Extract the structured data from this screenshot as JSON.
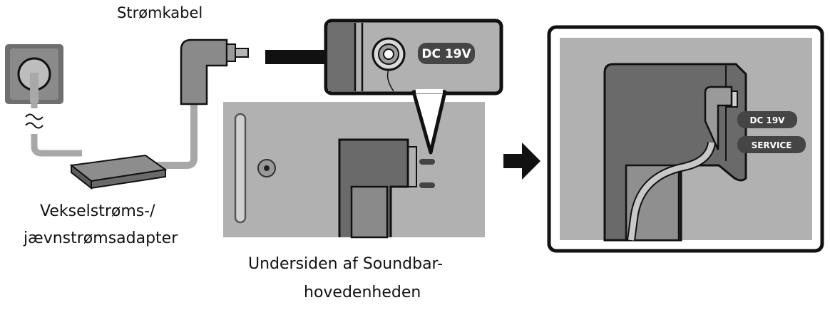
{
  "labels": {
    "power_cable": "Strømkabel",
    "adapter_line1": "Vekselstrøms-/",
    "adapter_line2": "jævnstrømsadapter",
    "underside_line1": "Undersiden af Soundbar-",
    "underside_line2": "hovedenheden"
  },
  "ports": {
    "dc_zoom": "DC 19V",
    "dc_detail": "DC 19V",
    "service_detail": "SERVICE"
  },
  "colors": {
    "panel_gray": "#b1b1b1",
    "dark_gray": "#6f6f6f",
    "frame_black": "#111111",
    "cable_gray": "#a8a8a8"
  }
}
